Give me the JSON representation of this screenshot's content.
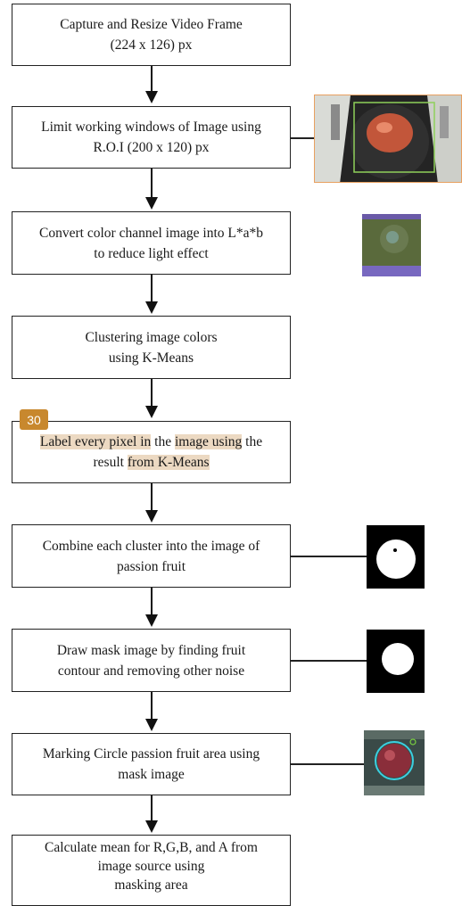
{
  "steps": [
    {
      "lines": [
        "Capture and Resize Video Frame",
        "(224 x 126) px"
      ]
    },
    {
      "lines": [
        "Limit working windows of Image using",
        "R.O.I (200 x 120) px"
      ]
    },
    {
      "lines": [
        "Convert color channel image into L*a*b",
        "to reduce light effect"
      ]
    },
    {
      "lines": [
        "Clustering image colors",
        "using K-Means"
      ]
    },
    {
      "line1": [
        "Label every pixel in",
        " the ",
        "image using",
        " the"
      ],
      "line2": [
        "result ",
        "from K-Means"
      ]
    },
    {
      "lines": [
        "Combine each cluster into the image of",
        "passion fruit"
      ]
    },
    {
      "lines": [
        "Draw mask image by finding fruit",
        "contour and removing other noise"
      ]
    },
    {
      "lines": [
        "Marking Circle passion fruit area using",
        "mask image"
      ]
    },
    {
      "lines": [
        "Calculate mean for R,G,B, and A from",
        "image source using",
        "masking area"
      ]
    }
  ],
  "badge": "30",
  "colors": {
    "highlight": "#ecd9c2",
    "badge": "#c8882e",
    "box_border": "#222222"
  }
}
